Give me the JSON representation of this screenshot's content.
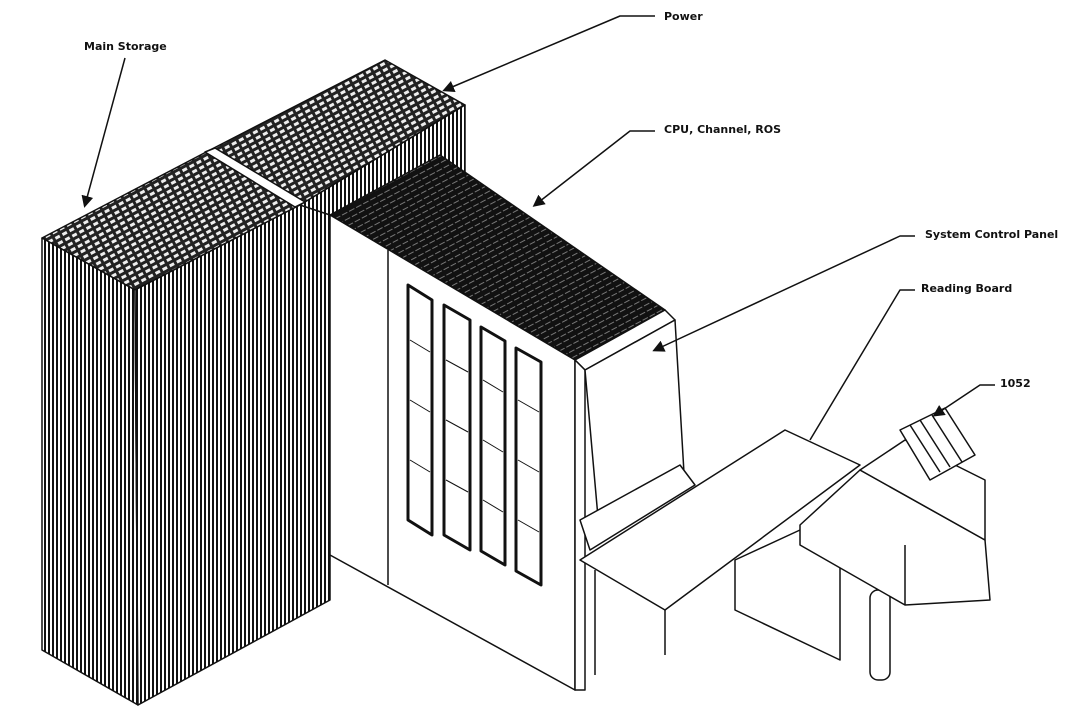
{
  "labels": {
    "power": "Power",
    "main_storage": "Main Storage",
    "cpu": "CPU, Channel, ROS",
    "system_control_panel": "System Control Panel",
    "reading_board": "Reading Board",
    "console": "1052"
  },
  "colors": {
    "ink": "#111111",
    "paper": "#ffffff"
  }
}
